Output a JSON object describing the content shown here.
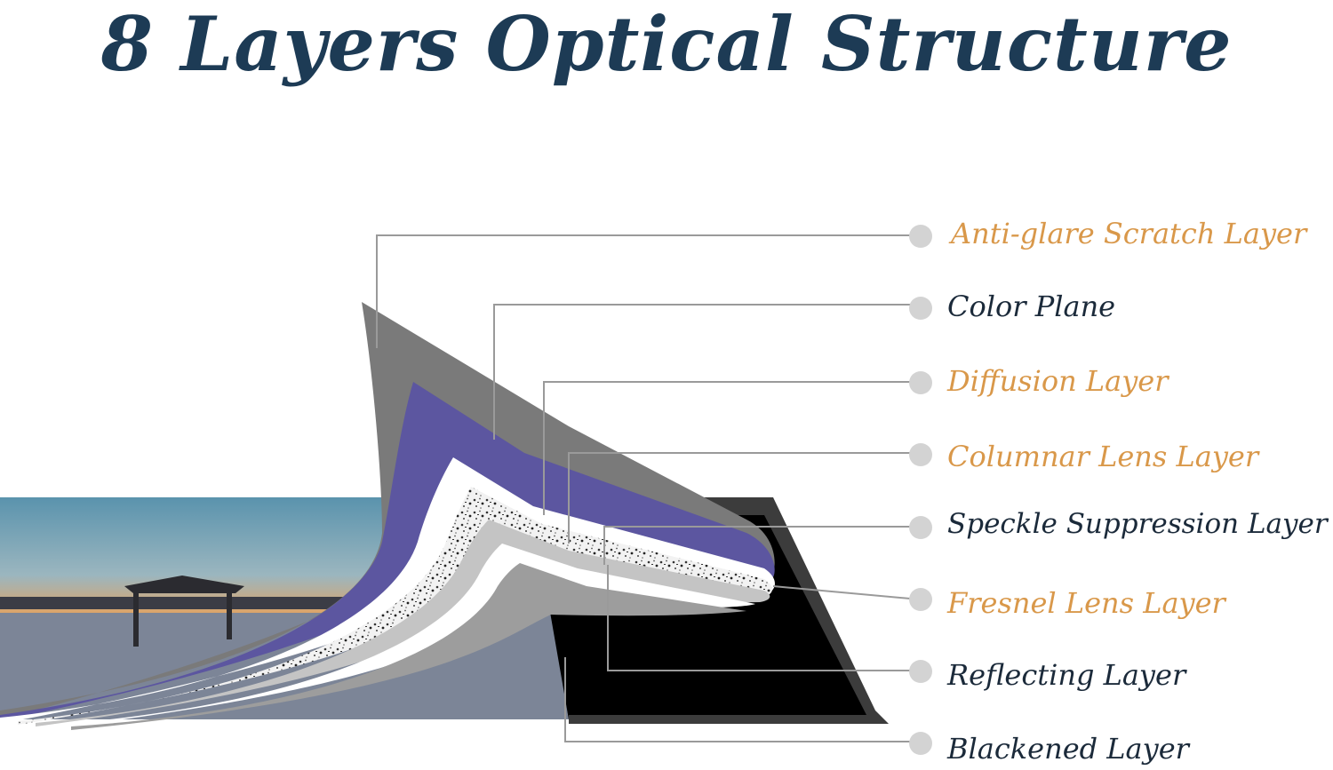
{
  "title": "8 Layers Optical Structure",
  "colors": {
    "title": "#1d3b55",
    "accent_label": "#d9984a",
    "dark_label": "#1b2a3a",
    "leader_line": "#9a9a9a",
    "dot": "#d3d3d3"
  },
  "layers": [
    {
      "label": "Anti-glare Scratch Layer",
      "color": "#d9984a"
    },
    {
      "label": "Color Plane",
      "color": "#1b2a3a"
    },
    {
      "label": "Diffusion Layer",
      "color": "#d9984a"
    },
    {
      "label": "Columnar Lens Layer",
      "color": "#d9984a"
    },
    {
      "label": "Speckle Suppression Layer",
      "color": "#1b2a3a"
    },
    {
      "label": "Fresnel Lens Layer",
      "color": "#d9984a"
    },
    {
      "label": "Reflecting Layer",
      "color": "#1b2a3a"
    },
    {
      "label": "Blackened Layer",
      "color": "#1b2a3a"
    }
  ]
}
